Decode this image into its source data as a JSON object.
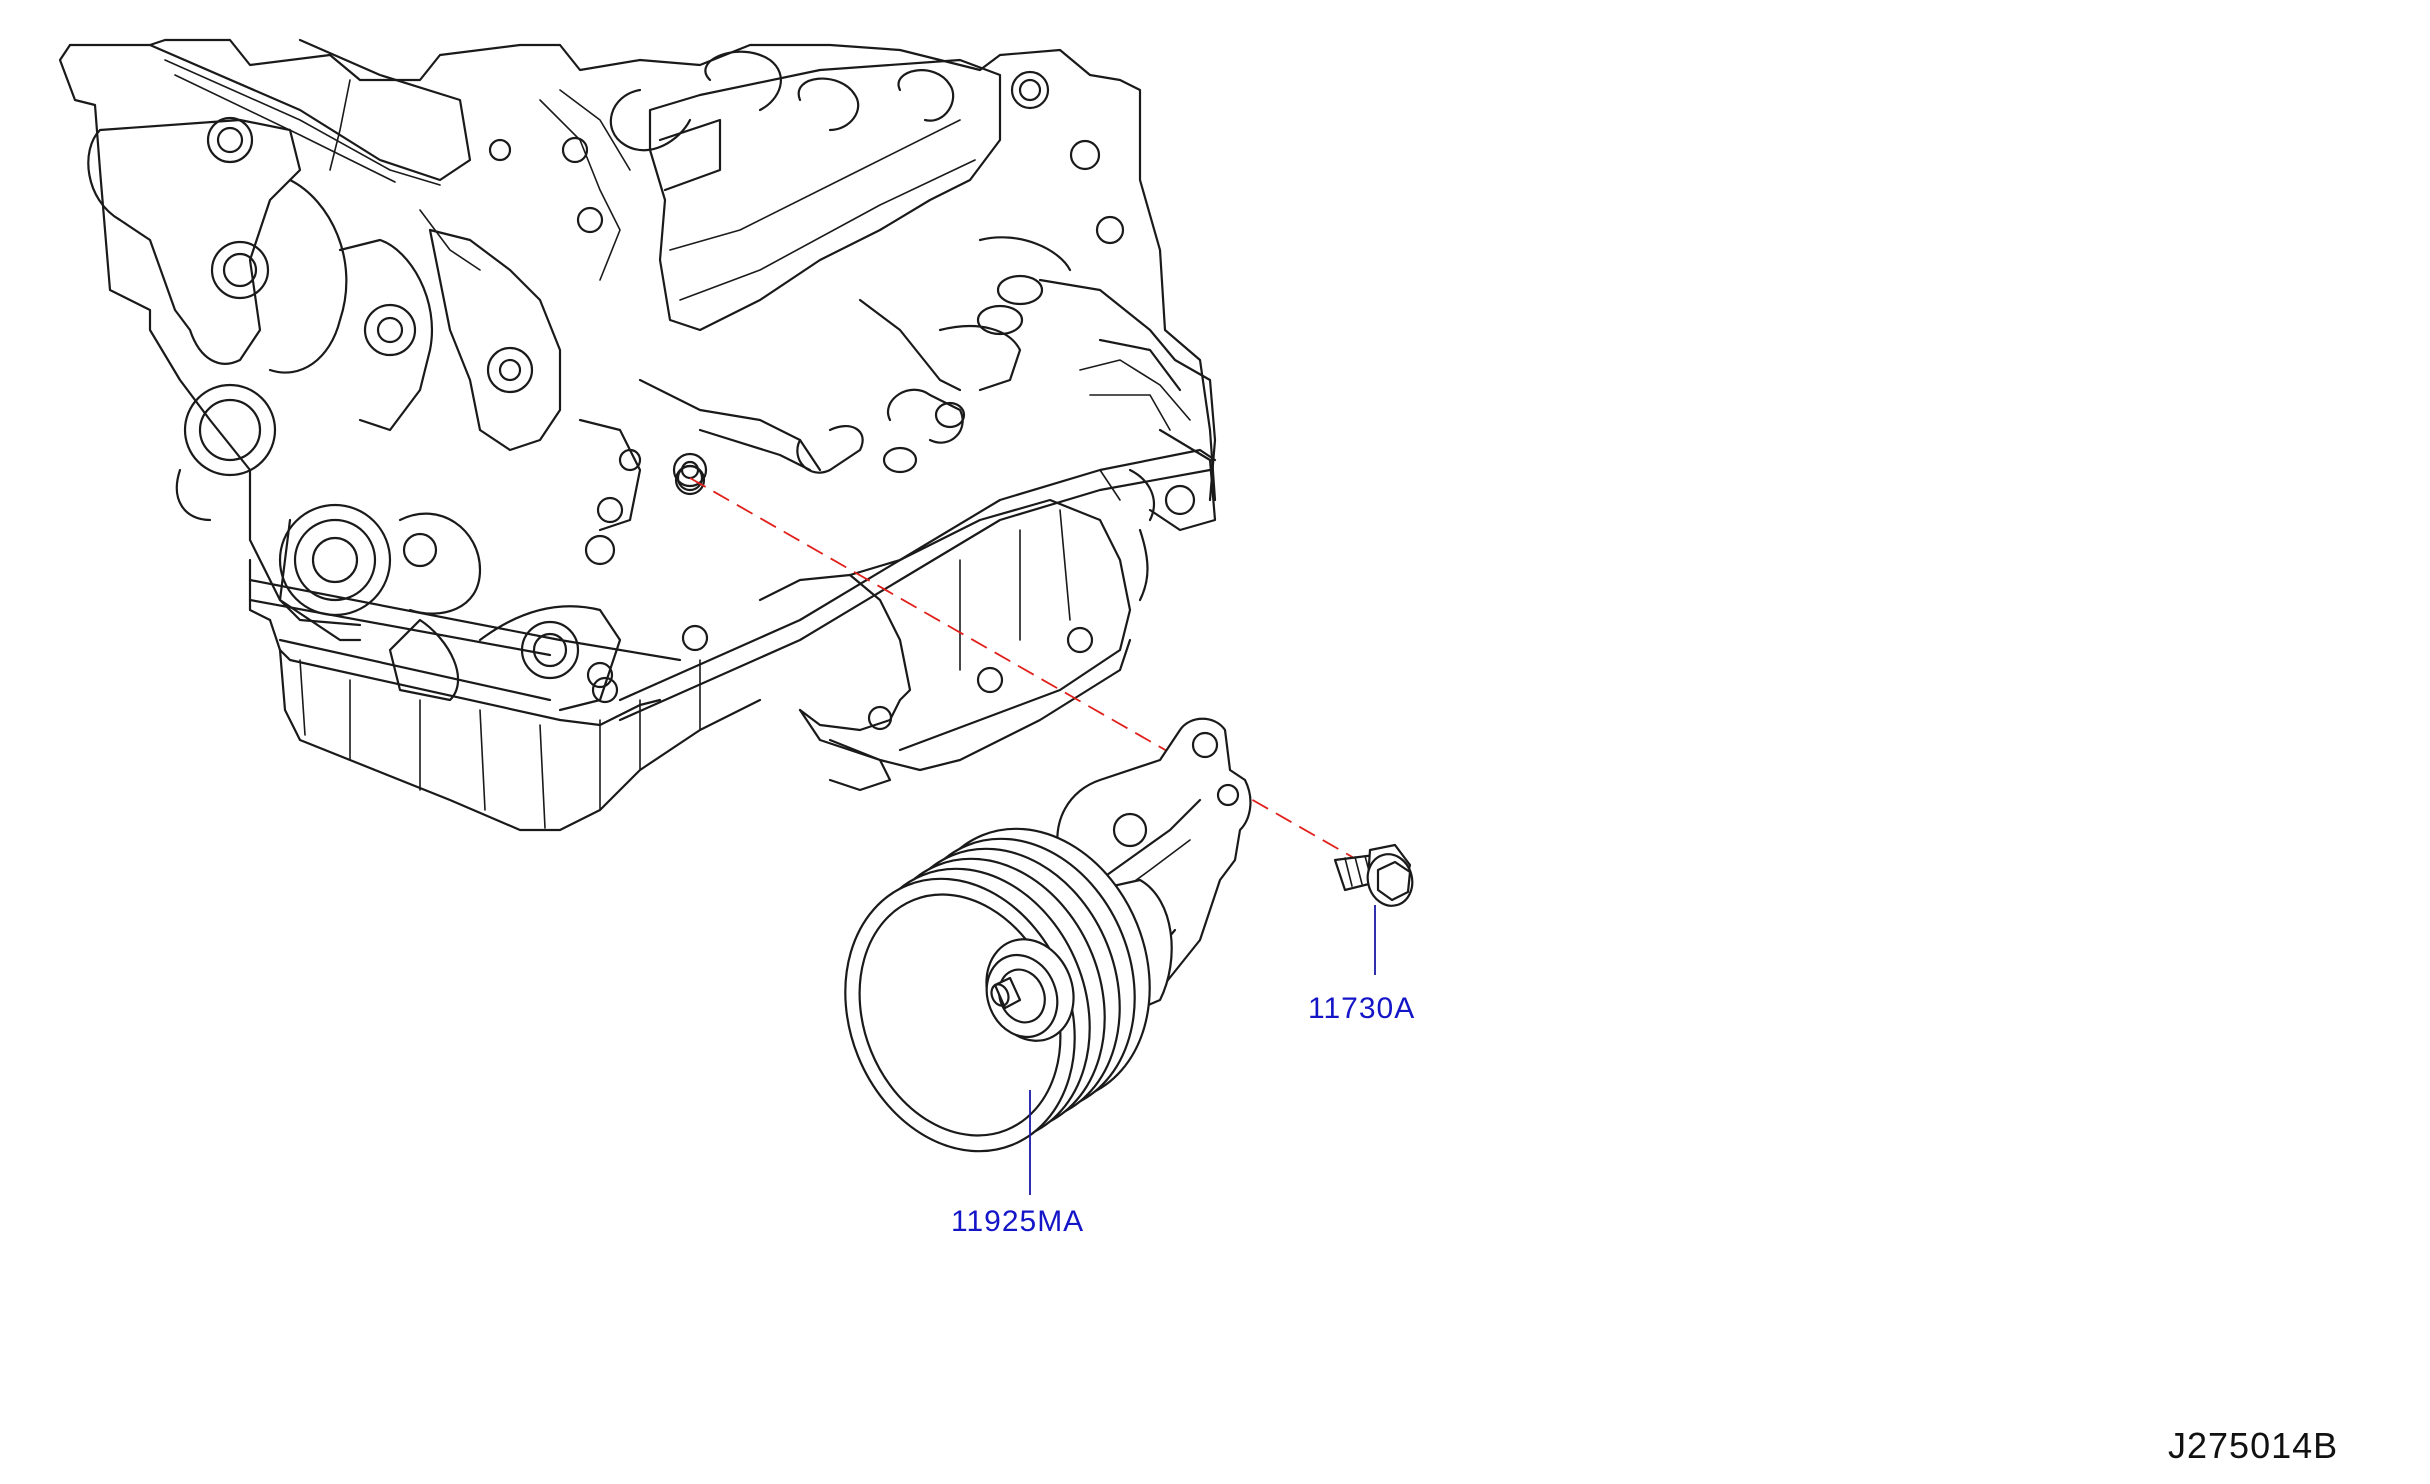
{
  "diagram": {
    "parts": [
      {
        "id": "bolt",
        "label": "11730A"
      },
      {
        "id": "pulley-bracket",
        "label": "11925MA"
      }
    ],
    "reference_code": "J275014B",
    "colors": {
      "line": "#1a1a1a",
      "label": "#1515c8",
      "leader": "#1a1aa6",
      "alignment_line": "#e0201a",
      "background": "#ffffff"
    }
  }
}
